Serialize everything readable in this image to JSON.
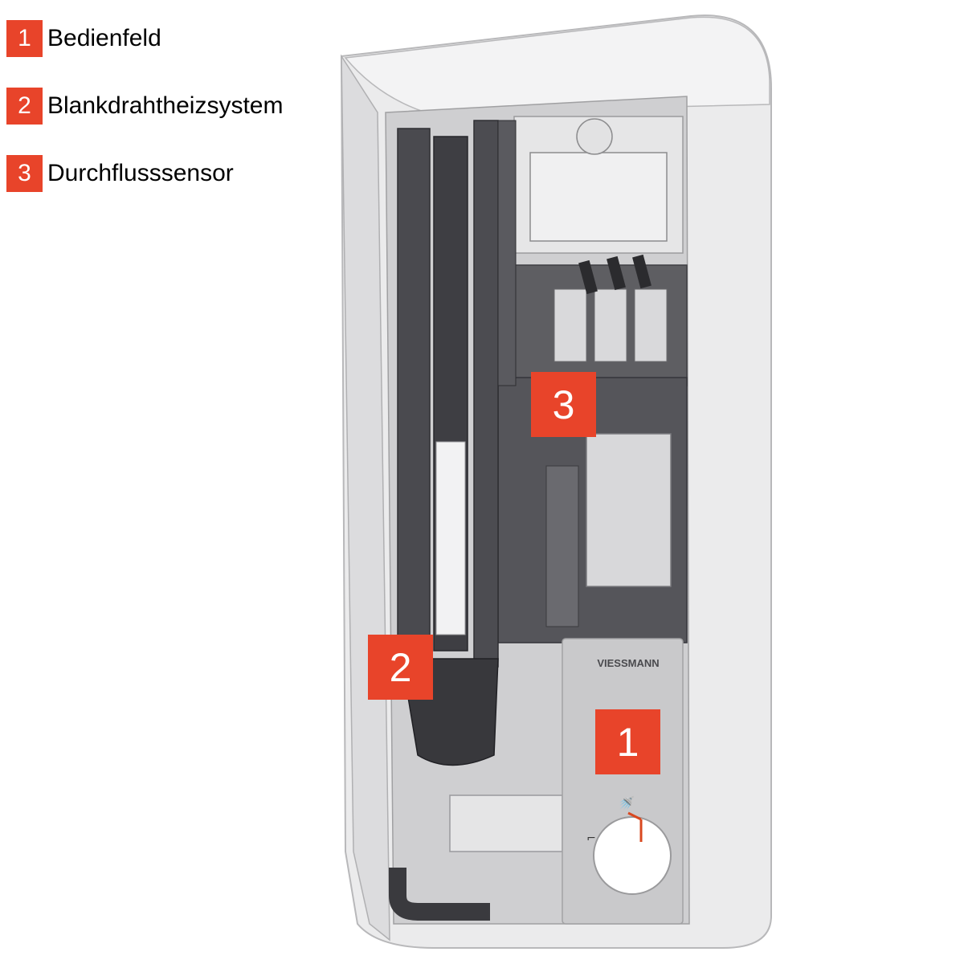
{
  "accent_color": "#e8442a",
  "legend": [
    {
      "number": "1",
      "label": "Bedienfeld"
    },
    {
      "number": "2",
      "label": "Blankdrahtheizsystem"
    },
    {
      "number": "3",
      "label": "Durchflusssensor"
    }
  ],
  "callouts": [
    {
      "number": "1"
    },
    {
      "number": "2"
    },
    {
      "number": "3"
    }
  ],
  "brand": "VIESSMANN",
  "icons": [
    "shower-icon",
    "tap-icon",
    "dial-knob-icon"
  ]
}
